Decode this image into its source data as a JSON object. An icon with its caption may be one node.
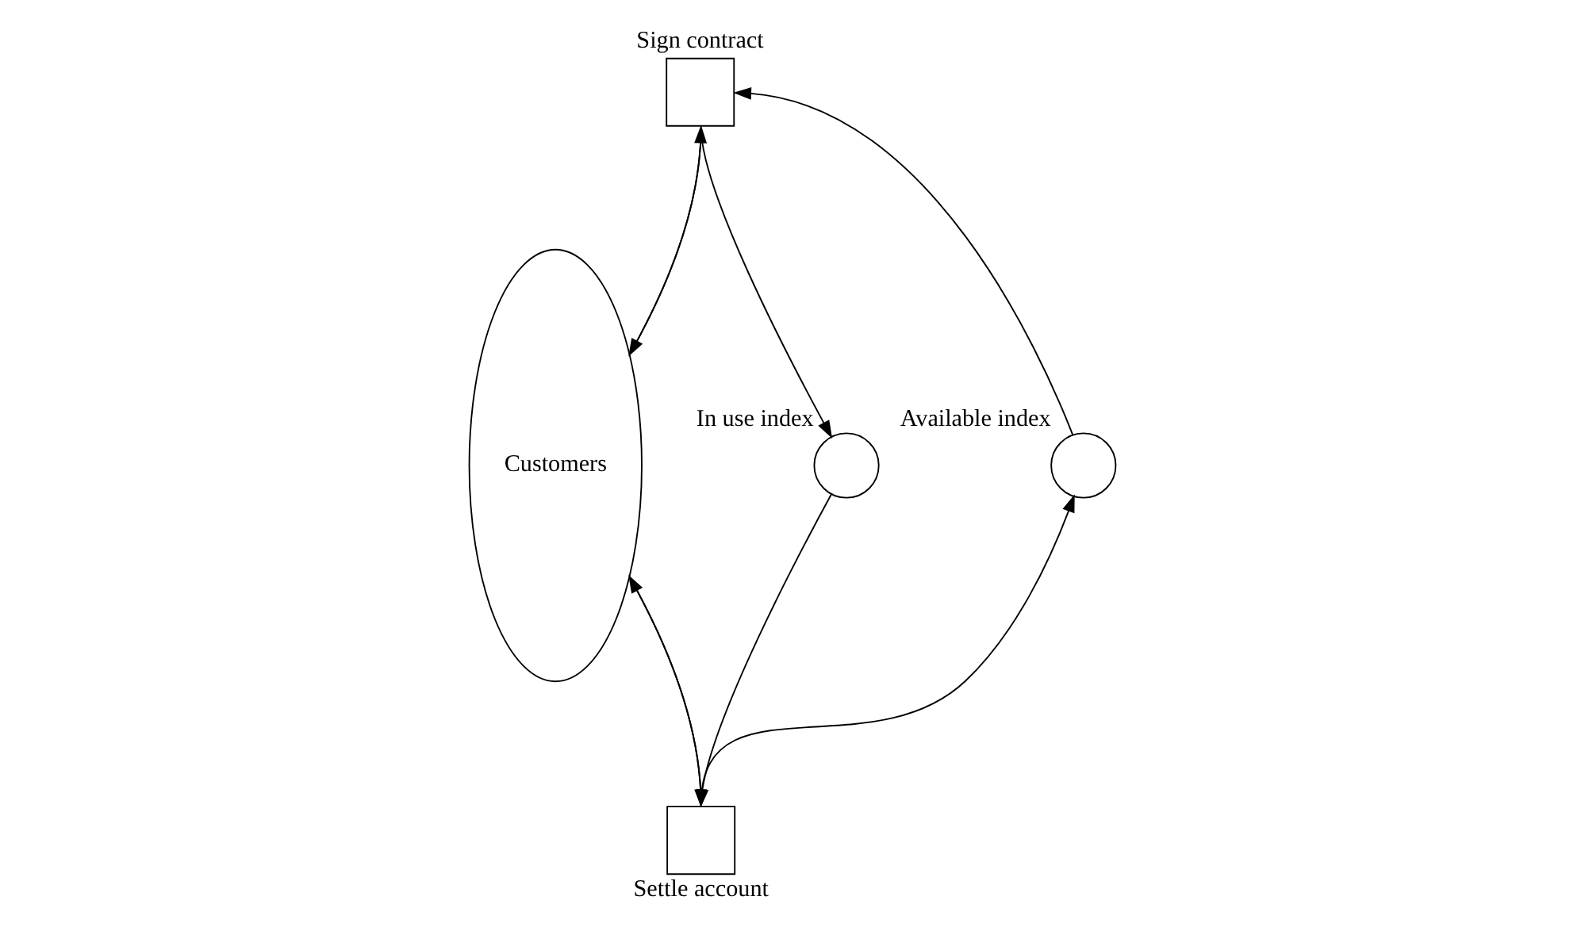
{
  "diagram": {
    "nodes": [
      {
        "text": [
          "Customers"
        ]
      },
      {
        "text": [
          "Sign contract"
        ]
      },
      {
        "text": [],
        "shape": "circle",
        "beside": [
          "In use index"
        ]
      },
      {
        "text": [],
        "shape": "circle",
        "beside": [
          "Available index"
        ]
      },
      {
        "text": [
          "Settle account"
        ]
      }
    ],
    "edges": [
      {
        "from": 0,
        "to": 1,
        "arrow": "to"
      },
      {
        "from": 1,
        "to": 0,
        "arrow": "to"
      },
      {
        "from": 1,
        "to": 2,
        "arrow": "to"
      },
      {
        "from": 2,
        "to": 4,
        "arrow": "to"
      },
      {
        "from": 0,
        "to": 4,
        "arrow": "to"
      },
      {
        "from": 4,
        "to": 0,
        "arrow": "to"
      },
      {
        "from": 4,
        "to": 3,
        "arrow": "to"
      },
      {
        "from": 3,
        "to": 1,
        "arrow": "to"
      }
    ]
  }
}
